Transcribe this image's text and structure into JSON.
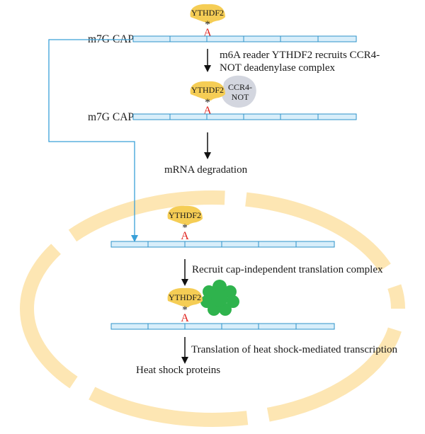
{
  "protein": "YTHDF2",
  "cap": "m7G CAP",
  "base": "A",
  "mark": "*",
  "ccr4": [
    "CCR4-",
    "NOT"
  ],
  "step1": [
    "m6A reader YTHDF2 recruits CCR4-",
    "NOT deadenylase complex"
  ],
  "step2": "mRNA degradation",
  "step3": "Recruit cap-independent translation complex",
  "step4": "Translation of heat shock-mediated transcription",
  "step5": "Heat shock proteins",
  "colors": {
    "ythdf2": "#f5cd55",
    "nucleus": "#fde6b3",
    "mrna_fill": "#d8eefa",
    "mrna_stroke": "#2e93c9",
    "ccr4": "#d3d6df",
    "ribosome": "#2fb34d",
    "base": "#e0201b",
    "connector": "#3aa0d8"
  }
}
